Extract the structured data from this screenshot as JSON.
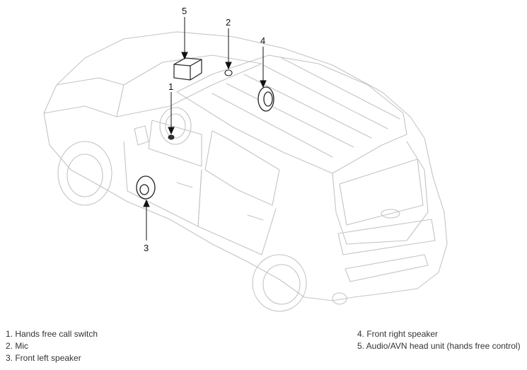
{
  "callouts": {
    "c1": "1",
    "c2": "2",
    "c3": "3",
    "c4": "4",
    "c5": "5"
  },
  "legend": {
    "left": [
      "1. Hands free call switch",
      "2. Mic",
      "3. Front left speaker"
    ],
    "right": [
      "4. Front right speaker",
      "5. Audio/AVN head unit (hands free control)"
    ]
  }
}
